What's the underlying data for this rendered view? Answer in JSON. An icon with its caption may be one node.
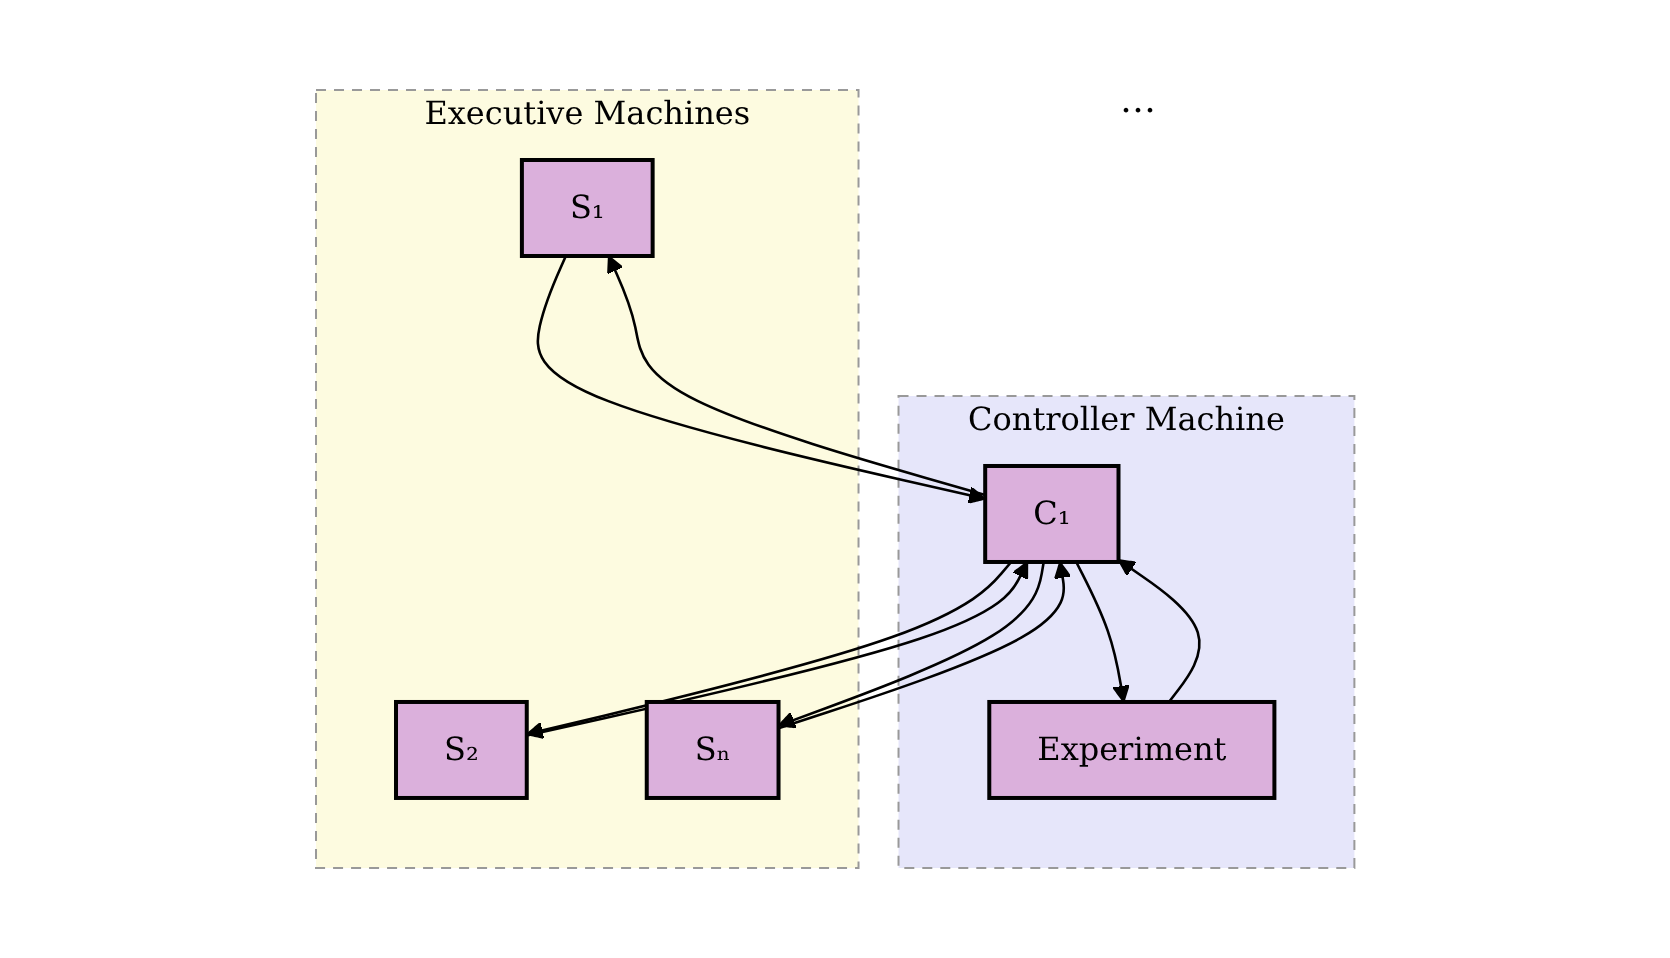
{
  "diagram": {
    "nodes": [
      {
        "text": [
          "Executive Machines"
        ]
      },
      {
        "text": [
          "S₁"
        ],
        "in": 0
      },
      {
        "text": [
          "S₂"
        ],
        "in": 0
      },
      {
        "text": [
          "Sₙ"
        ],
        "in": 0
      },
      {
        "text": [
          "Controller Machine"
        ]
      },
      {
        "text": [
          "C₁"
        ],
        "in": 4
      },
      {
        "text": [
          "Experiment"
        ],
        "in": 4
      }
    ],
    "edges": [
      {
        "from": 5,
        "to": 1,
        "arrow": "to"
      },
      {
        "from": 1,
        "to": 5,
        "arrow": "to"
      },
      {
        "from": 5,
        "to": 2,
        "arrow": "to"
      },
      {
        "from": 2,
        "to": 5,
        "arrow": "to"
      },
      {
        "from": 5,
        "to": 3,
        "arrow": "to"
      },
      {
        "from": 3,
        "to": 5,
        "arrow": "to"
      },
      {
        "from": 6,
        "to": 5,
        "arrow": "to"
      },
      {
        "from": 5,
        "to": 6,
        "arrow": "to"
      }
    ],
    "labels": [
      "…"
    ]
  }
}
